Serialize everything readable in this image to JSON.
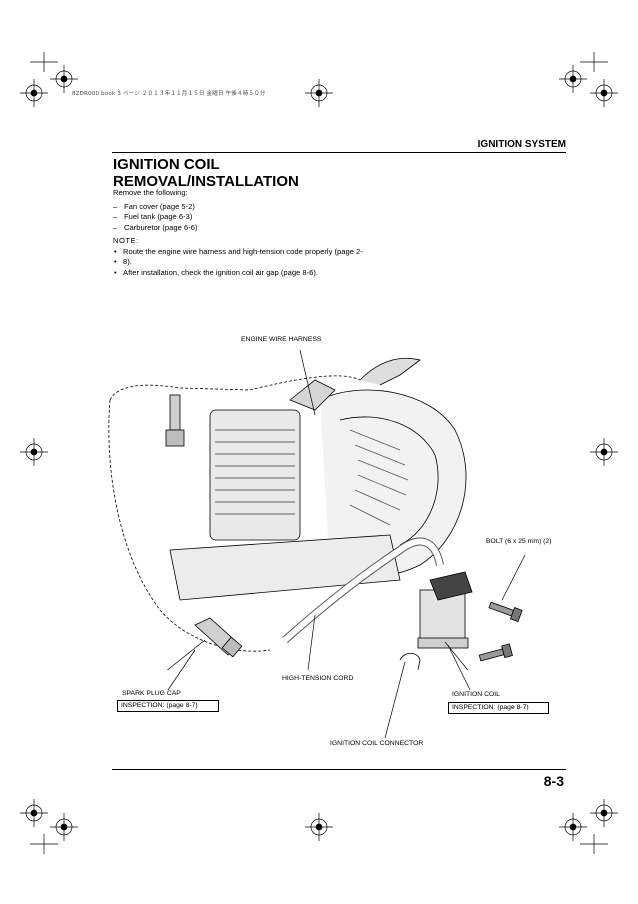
{
  "print_header": "8ZDR000.book  3 ページ  ２０１３年１１月１５日  金曜日  午後４時５０分",
  "section_title": "IGNITION SYSTEM",
  "heading_line1": "IGNITION COIL",
  "heading_line2": "REMOVAL/INSTALLATION",
  "intro": "Remove the following:",
  "remove_items": [
    "Fan cover (page 5-2)",
    "Fuel tank (page 6-3)",
    "Carburetor (page 6-6)"
  ],
  "note_label": "NOTE:",
  "notes": [
    "Route the engine wire harness and high-tension code properly (page 2-",
    "8).",
    "After installation, check the ignition coil air gap (page 8-6)."
  ],
  "callouts": {
    "engine_wire_harness": "ENGINE WIRE HARNESS",
    "bolt": "BOLT (6 x 25 mm) (2)",
    "high_tension_cord": "HIGH-TENSION CORD",
    "spark_plug_cap": "SPARK PLUG CAP",
    "spark_plug_inspection": "INSPECTION: (page 8-7)",
    "ignition_coil": "IGNITION COIL",
    "ignition_coil_inspection": "INSPECTION: (page 8-7)",
    "ignition_coil_connector": "IGNITION COIL CONNECTOR"
  },
  "page_number": "8-3"
}
